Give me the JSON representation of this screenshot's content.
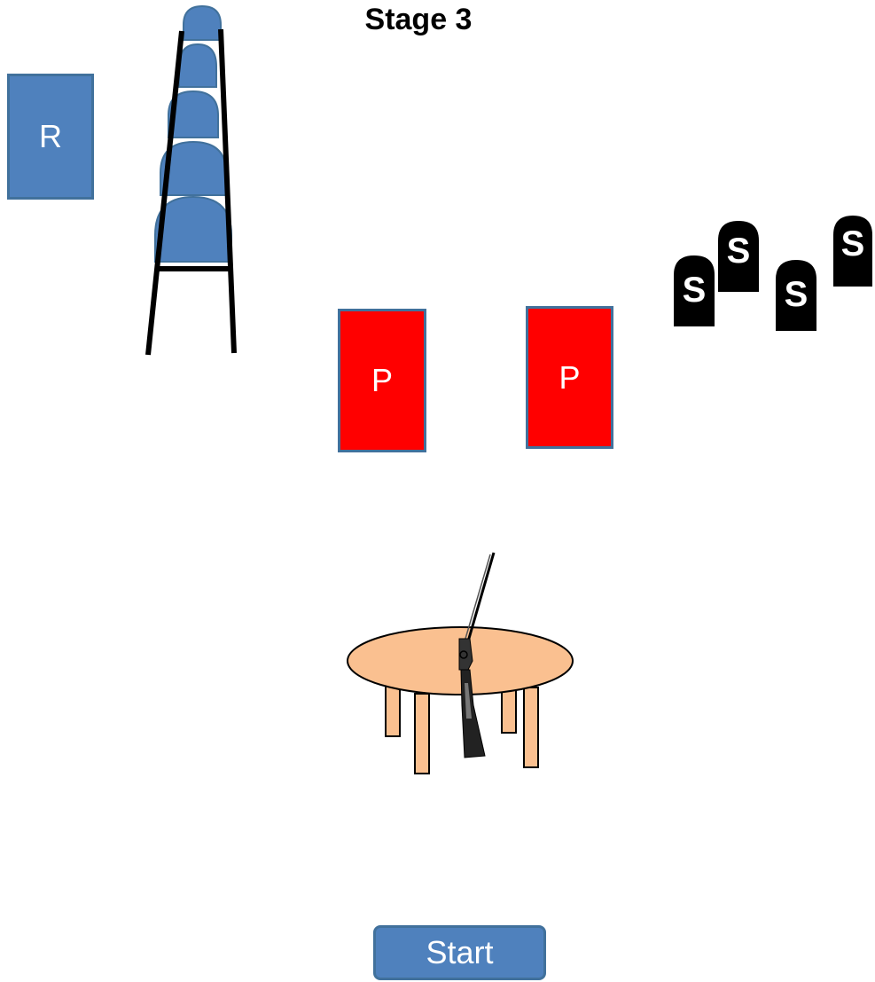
{
  "title": "Stage 3",
  "targets": {
    "r": {
      "label": "R",
      "color": "#4f81bd"
    },
    "p1": {
      "label": "P",
      "color": "#ff0000"
    },
    "p2": {
      "label": "P",
      "color": "#ff0000"
    }
  },
  "steel_targets": [
    {
      "label": "S"
    },
    {
      "label": "S"
    },
    {
      "label": "S"
    },
    {
      "label": "S"
    }
  ],
  "stacked_targets_color": "#4f81bd",
  "table_color": "#fac090",
  "start_button": {
    "label": "Start",
    "color": "#4f81bd"
  }
}
